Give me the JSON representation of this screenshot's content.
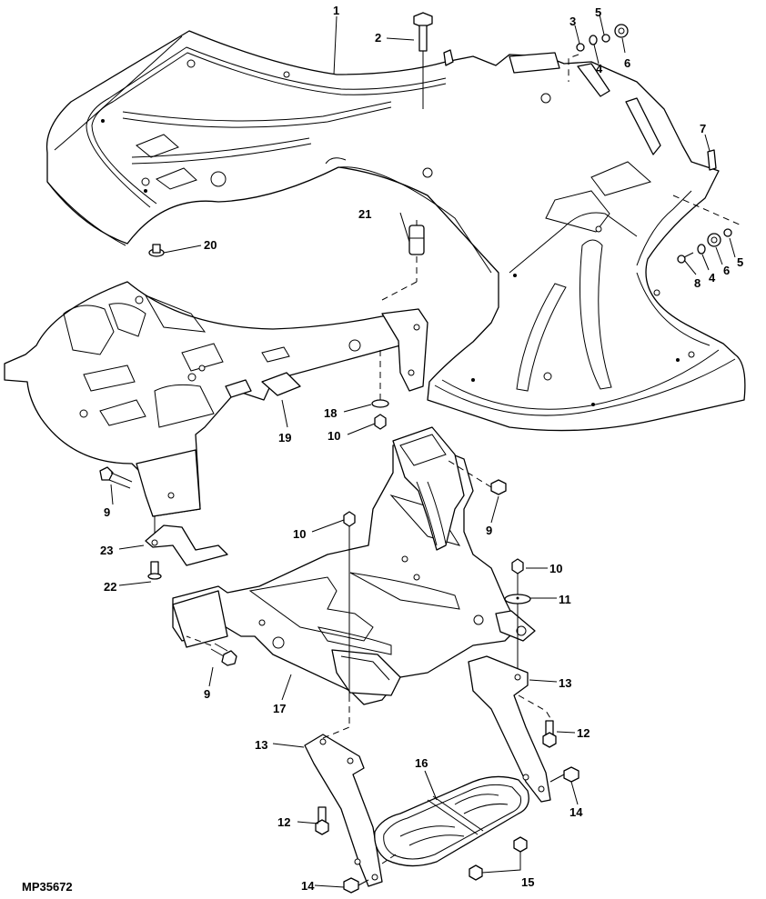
{
  "figure_id": "MP35672",
  "callouts": {
    "c1": "1",
    "c2": "2",
    "c3": "3",
    "c4a": "4",
    "c5a": "5",
    "c6a": "6",
    "c7": "7",
    "c8": "8",
    "c4b": "4",
    "c6b": "6",
    "c5b": "5",
    "c20": "20",
    "c21": "21",
    "c18": "18",
    "c10a": "10",
    "c19": "19",
    "c9a": "9",
    "c23": "23",
    "c22": "22",
    "c10b": "10",
    "c9b": "9",
    "c10c": "10",
    "c11": "11",
    "c9c": "9",
    "c13a": "13",
    "c17": "17",
    "c12a": "12",
    "c13b": "13",
    "c16": "16",
    "c14a": "14",
    "c12b": "12",
    "c14b": "14",
    "c15": "15"
  },
  "colors": {
    "line": "#000000",
    "background": "#ffffff"
  }
}
